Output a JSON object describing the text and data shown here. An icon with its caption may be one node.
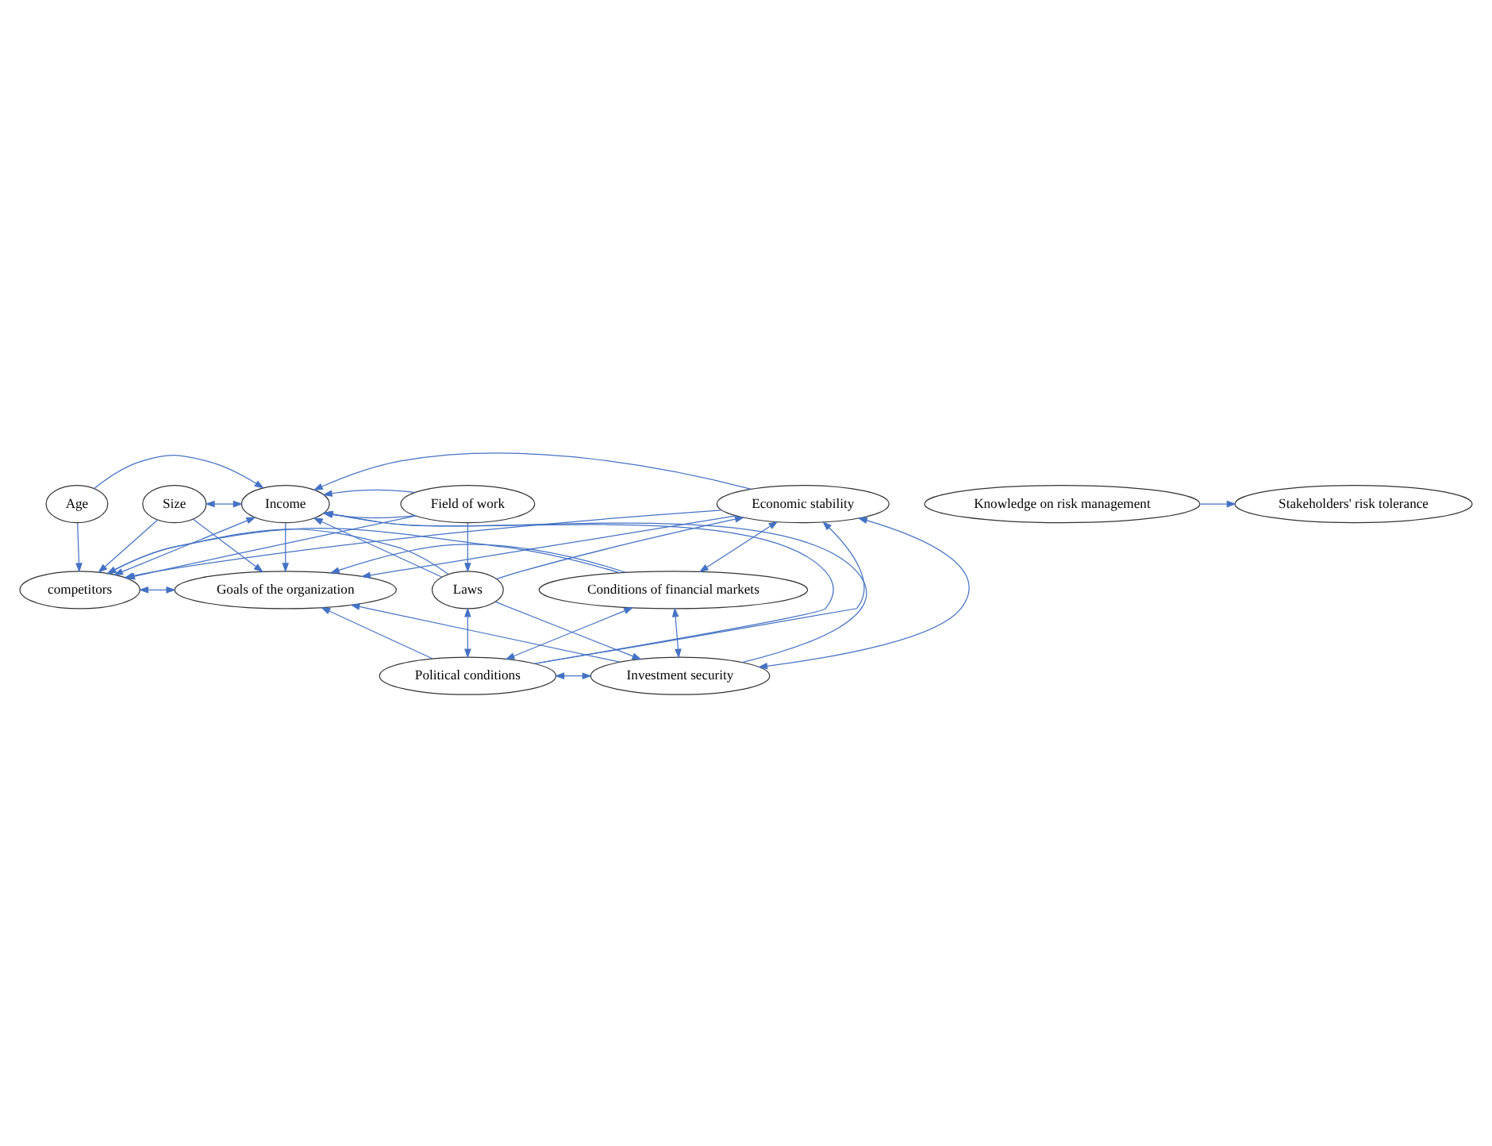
{
  "diagram": {
    "nodes": [
      {
        "text": [
          "Size"
        ]
      },
      {
        "text": [
          "Income"
        ]
      },
      {
        "text": [
          "Stakeholders' risk tolerance"
        ]
      },
      {
        "text": [
          "Knowledge on risk management"
        ]
      },
      {
        "text": [
          "Age"
        ]
      },
      {
        "text": [
          "competitors"
        ]
      },
      {
        "text": [
          "Goals of the organization"
        ]
      },
      {
        "text": [
          "Field of work"
        ]
      },
      {
        "text": [
          "Economic stability"
        ]
      },
      {
        "text": [
          "Laws"
        ]
      },
      {
        "text": [
          "Conditions of financial markets"
        ]
      },
      {
        "text": [
          "Political conditions"
        ]
      },
      {
        "text": [
          "Investment security"
        ]
      }
    ],
    "edges": [
      {
        "from": 0,
        "to": 1,
        "arrow": "both"
      },
      {
        "from": 3,
        "to": 2,
        "arrow": "to"
      },
      {
        "from": 0,
        "to": 6,
        "arrow": "to"
      },
      {
        "from": 0,
        "to": 5,
        "arrow": "to"
      },
      {
        "from": 4,
        "to": 1,
        "arrow": "to"
      },
      {
        "from": 4,
        "to": 5,
        "arrow": "to"
      },
      {
        "from": 7,
        "to": 1,
        "arrow": "to"
      },
      {
        "from": 7,
        "to": 1,
        "arrow": "to"
      },
      {
        "from": 7,
        "to": 5,
        "arrow": "to"
      },
      {
        "from": 7,
        "to": 9,
        "arrow": "to"
      },
      {
        "from": 9,
        "to": 1,
        "arrow": "to"
      },
      {
        "from": 9,
        "to": 5,
        "arrow": "to"
      },
      {
        "from": 9,
        "to": 8,
        "arrow": "to"
      },
      {
        "from": 9,
        "to": 12,
        "arrow": "to"
      },
      {
        "from": 9,
        "to": 11,
        "arrow": "both"
      },
      {
        "from": 1,
        "to": 5,
        "arrow": "both"
      },
      {
        "from": 1,
        "to": 6,
        "arrow": "to"
      },
      {
        "from": 5,
        "to": 6,
        "arrow": "both"
      },
      {
        "from": 8,
        "to": 1,
        "arrow": "to"
      },
      {
        "from": 8,
        "to": 5,
        "arrow": "to"
      },
      {
        "from": 8,
        "to": 6,
        "arrow": "to"
      },
      {
        "from": 8,
        "to": 10,
        "arrow": "both"
      },
      {
        "from": 8,
        "to": 12,
        "arrow": "both"
      },
      {
        "from": 11,
        "to": 1,
        "arrow": "to"
      },
      {
        "from": 11,
        "to": 8,
        "arrow": "to"
      },
      {
        "from": 11,
        "to": 6,
        "arrow": "to"
      },
      {
        "from": 11,
        "to": 12,
        "arrow": "both"
      },
      {
        "from": 10,
        "to": 11,
        "arrow": "both"
      },
      {
        "from": 10,
        "to": 5,
        "arrow": "to"
      },
      {
        "from": 10,
        "to": 6,
        "arrow": "to"
      },
      {
        "from": 10,
        "to": 12,
        "arrow": "both"
      },
      {
        "from": 12,
        "to": 1,
        "arrow": "to"
      },
      {
        "from": 12,
        "to": 6,
        "arrow": "to"
      }
    ]
  }
}
